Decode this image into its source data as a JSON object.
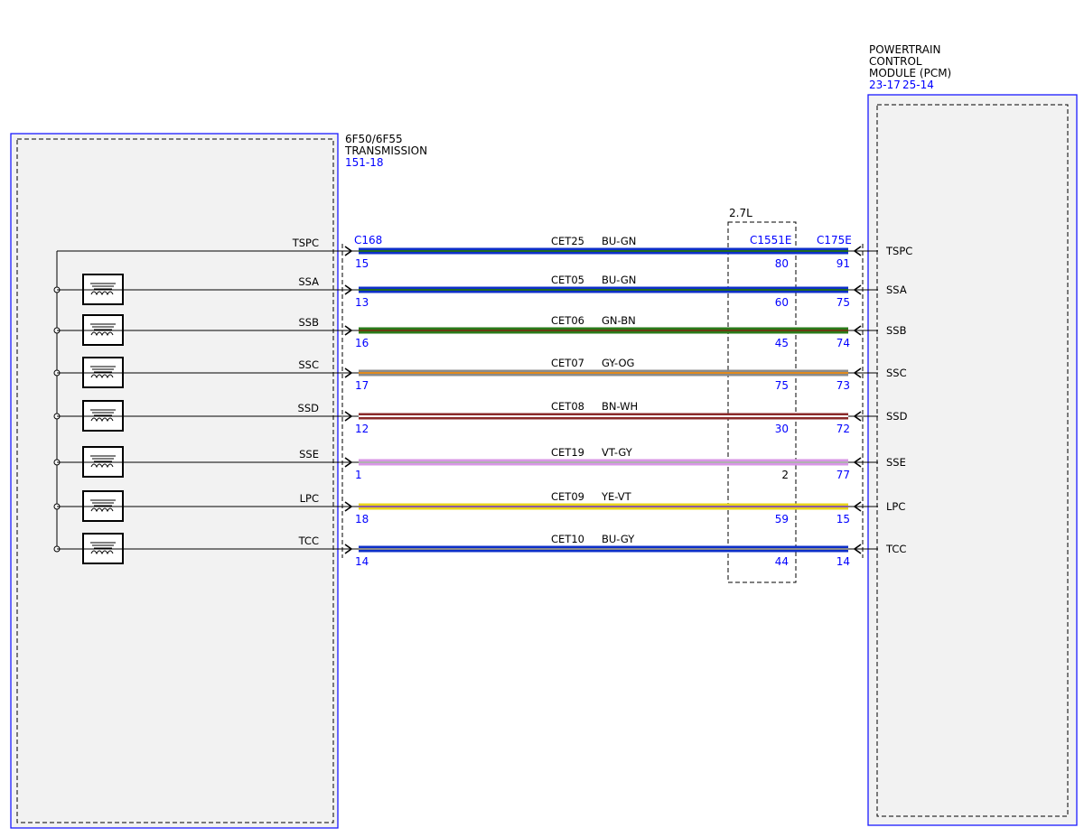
{
  "colors": {
    "module_border": "#1a1aff",
    "module_fill": "#f2f2f2",
    "ref_text": "#0000ff",
    "line": "#000000"
  },
  "transmission": {
    "name_lines": [
      "6F50/6F55",
      "TRANSMISSION"
    ],
    "ref": "151-18",
    "connector": "C168"
  },
  "pcm": {
    "name_lines": [
      "POWERTRAIN",
      "CONTROL",
      "MODULE (PCM)"
    ],
    "refs": [
      "23-17",
      "25-14"
    ],
    "connector": "C175E"
  },
  "inline": {
    "label": "2.7L",
    "connector": "C1551E"
  },
  "circuits": [
    {
      "signal": "TSPC",
      "circuit": "CET25",
      "wire_color": "BU-GN",
      "colors": [
        "#0d2fc8",
        "#1f6a1f"
      ],
      "pin_trans": "15",
      "pin_inline": "80",
      "pin_pcm": "91",
      "inline_pin_black": false
    },
    {
      "signal": "SSA",
      "circuit": "CET05",
      "wire_color": "BU-GN",
      "colors": [
        "#0d2fc8",
        "#1f6a1f"
      ],
      "pin_trans": "13",
      "pin_inline": "60",
      "pin_pcm": "75",
      "inline_pin_black": false
    },
    {
      "signal": "SSB",
      "circuit": "CET06",
      "wire_color": "GN-BN",
      "colors": [
        "#2a7a1a",
        "#6a3a12"
      ],
      "pin_trans": "16",
      "pin_inline": "45",
      "pin_pcm": "74",
      "inline_pin_black": false
    },
    {
      "signal": "SSC",
      "circuit": "CET07",
      "wire_color": "GY-OG",
      "colors": [
        "#8a8a8a",
        "#e08a1e"
      ],
      "pin_trans": "17",
      "pin_inline": "75",
      "pin_pcm": "73",
      "inline_pin_black": false
    },
    {
      "signal": "SSD",
      "circuit": "CET08",
      "wire_color": "BN-WH",
      "colors": [
        "#8a2a2a",
        "#ffffff"
      ],
      "pin_trans": "12",
      "pin_inline": "30",
      "pin_pcm": "72",
      "inline_pin_black": false
    },
    {
      "signal": "SSE",
      "circuit": "CET19",
      "wire_color": "VT-GY",
      "colors": [
        "#d896e6",
        "#b0b0b0"
      ],
      "pin_trans": "1",
      "pin_inline": "2",
      "pin_pcm": "77",
      "inline_pin_black": true
    },
    {
      "signal": "LPC",
      "circuit": "CET09",
      "wire_color": "YE-VT",
      "colors": [
        "#e8d41c",
        "#8a5aa0"
      ],
      "pin_trans": "18",
      "pin_inline": "59",
      "pin_pcm": "15",
      "inline_pin_black": false
    },
    {
      "signal": "TCC",
      "circuit": "CET10",
      "wire_color": "BU-GY",
      "colors": [
        "#0d2fc8",
        "#8a8a8a"
      ],
      "pin_trans": "14",
      "pin_inline": "44",
      "pin_pcm": "14",
      "inline_pin_black": false
    }
  ]
}
